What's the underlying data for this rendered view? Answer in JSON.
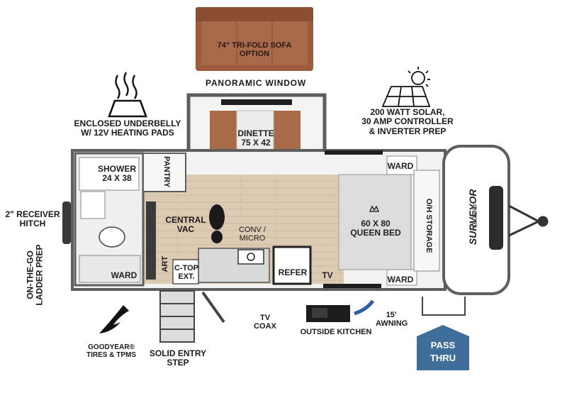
{
  "labels": {
    "sofa_option": "74\" TRI-FOLD SOFA\nOPTION",
    "panoramic_window": "PANORAMIC WINDOW",
    "underbelly": "ENCLOSED UNDERBELLY\nW/ 12V HEATING PADS",
    "solar": "200 WATT SOLAR,\n30 AMP CONTROLLER\n& INVERTER PREP",
    "dinette": "DINETTE\n75 x 42",
    "shower": "SHOWER\n24 x 38",
    "pantry": "PANTRY",
    "ward_top": "WARD",
    "ward_bottom": "WARD",
    "ward_left": "WARD",
    "receiver_hitch": "2\" RECEIVER\nHITCH",
    "ladder_prep": "ON-THE-GO\nLADDER PREP",
    "central_vac": "CENTRAL\nVAC",
    "conv_micro": "CONV /\nMICRO",
    "bed": "60 X 80\nQUEEN BED",
    "oh_storage": "O/H STORAGE",
    "art": "ART",
    "ctop_ext": "C-TOP\nEXT.",
    "refer": "REFER",
    "tv": "TV",
    "tv_coax": "TV\nCOAX",
    "outside_kitchen": "OUTSIDE KITCHEN",
    "awning": "15'\nAWNING",
    "goodyear": "GOODYEAR®\nTIRES & TPMS",
    "solid_entry_step": "SOLID ENTRY\nSTEP",
    "pass_thru_1": "PASS",
    "pass_thru_2": "THRU",
    "brand": "SURVEYOR",
    "brand_sub": "LEGEND"
  },
  "colors": {
    "wall": "#5e5e5e",
    "floor": "#d9c7b0",
    "sofa": "#9c5b3a",
    "cushion": "#a86a47",
    "bed": "#dcdcdc",
    "pass_thru": "#3f6e9a"
  },
  "icons": [
    "heat-icon",
    "solar-panel-icon",
    "sun-icon",
    "footprint-icon",
    "goodyear-wingfoot-icon",
    "crown-icon",
    "pass-thru-badge-icon",
    "hitch-icon"
  ]
}
